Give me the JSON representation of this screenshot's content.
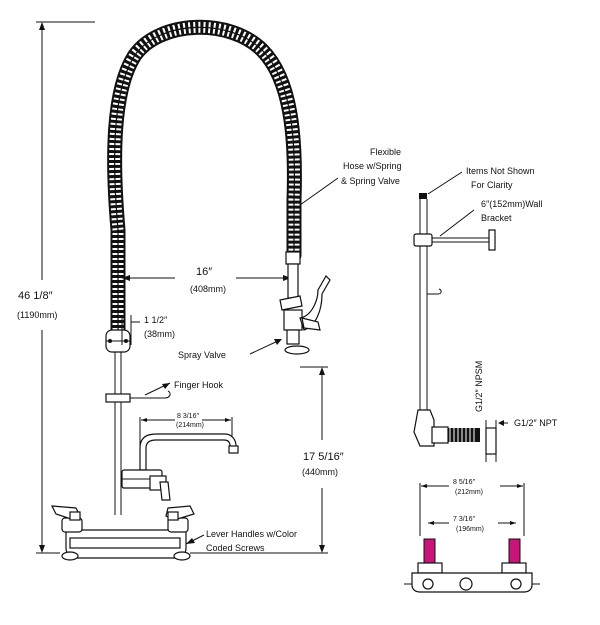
{
  "dimensions": {
    "overall_height": "46 1/8″",
    "overall_height_metric": "(1190mm)",
    "reach": "16″",
    "reach_metric": "(408mm)",
    "small_offset": "1 1/2″",
    "small_offset_metric": "(38mm)",
    "faucet_height": "17 5/16″",
    "faucet_height_metric": "(440mm)",
    "spout_length": "8 3/16″",
    "spout_length_metric": "(214mm)"
  },
  "callouts": {
    "flexible_hose_1": "Flexible",
    "flexible_hose_2": "Hose w/Spring",
    "flexible_hose_3": "& Spring Valve",
    "spray_valve": "Spray Valve",
    "finger_hook": "Finger Hook",
    "lever_handles_1": "Lever Handles w/Color",
    "lever_handles_2": "Coded Screws",
    "items_not_shown_1": "Items Not Shown",
    "items_not_shown_2": "For Clarity",
    "wall_bracket_1": "6″(152mm)Wall",
    "wall_bracket_2": "Bracket",
    "npsm": "G1/2″ NPSM",
    "npt": "G1/2″ NPT"
  },
  "base_detail": {
    "outer_width": "8 5/16″",
    "outer_width_metric": "(212mm)",
    "inner_width": "7 3/16″",
    "inner_width_metric": "(196mm)"
  },
  "colors": {
    "line": "#111111",
    "accent_magenta": "#c8157a",
    "background": "#ffffff"
  },
  "icons": [
    "hose-coil",
    "spray-valve",
    "finger-hook",
    "spout",
    "lever-handle",
    "wall-bracket",
    "color-coded-screw"
  ]
}
